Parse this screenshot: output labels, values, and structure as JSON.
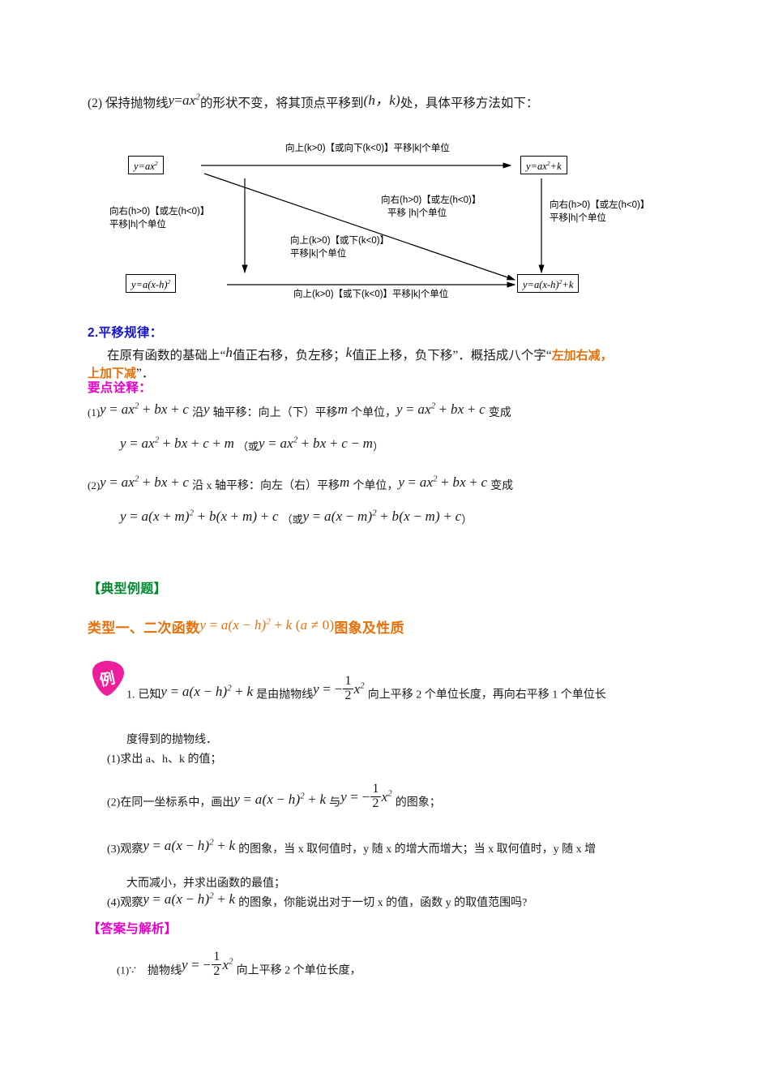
{
  "document": {
    "intro": {
      "marker": "(2)",
      "text_before": "保持抛物线",
      "formula1": "y = ax²",
      "text_mid": "的形状不变，将其顶点平移到",
      "formula2": "(h，k)",
      "text_after": "处，具体平移方法如下："
    },
    "diagram": {
      "boxes": {
        "top_left": "y=ax²",
        "top_right": "y=ax²+k",
        "bottom_left": "y=a(x-h)²",
        "bottom_right": "y=a(x-h)²+k"
      },
      "labels": {
        "top": "向上(k>0)【或向下(k<0)】平移|k|个单位",
        "left_line1": "向右(h>0)【或左(h<0)】",
        "left_line2": "平移|h|个单位",
        "diag_line1": "向右(h>0)【或左(h<0)】",
        "diag_line2": "平移 |h|个单位",
        "middle_line1": "向上(k>0)【或下(k<0)】",
        "middle_line2": "平移|k|个单位",
        "right_line1": "向右(h>0)【或左(h<0)】",
        "right_line2": "平移|h|个单位",
        "bottom": "向上(k>0)【或下(k<0)】平移|k|个单位"
      }
    },
    "section2": {
      "heading": "2.平移规律：",
      "body_part1": "在原有函数的基础上“",
      "body_h": "h",
      "body_part2": "值正右移，负左移；",
      "body_k": "k",
      "body_part3": "值正上移，负下移”．概括成八个字“",
      "highlight1": "左加右减，",
      "highlight2": "上加下减",
      "body_part4": "”．"
    },
    "key_points": {
      "heading": "要点诠释：",
      "item1": {
        "marker": "(1)",
        "formula_a": "y = ax² + bx + c",
        "text1": "沿",
        "var_y": "y",
        "text2": "轴平移：向上（下）平移",
        "var_m": "m",
        "text3": "个单位，",
        "formula_b": "y = ax² + bx + c",
        "text4": "变成",
        "result": "y = ax² + bx + c + m",
        "alt_prefix": "（或",
        "alt": "y = ax² + bx + c − m",
        "alt_suffix": "）"
      },
      "item2": {
        "marker": "(2)",
        "formula_a": "y = ax² + bx + c",
        "text1": "沿 x 轴平移：向左（右）平移",
        "var_m": "m",
        "text3": "个单位，",
        "formula_b": "y = ax² + bx + c",
        "text4": "变成",
        "result": "y = a(x + m)² + b(x + m) + c",
        "alt_prefix": "（或",
        "alt": "y = a(x − m)² + b(x − m) + c",
        "alt_suffix": "）"
      }
    },
    "examples_header": "【典型例题】",
    "type_heading": {
      "prefix": "类型一、二次函数",
      "formula": "y = a(x − h)² + k (a ≠ 0)",
      "suffix": "图象及性质"
    },
    "example": {
      "badge": "例",
      "number": "1.",
      "stem_text1": "已知",
      "stem_formula1": "y = a(x − h)² + k",
      "stem_text2": "是由抛物线",
      "stem_formula2": "y = −(1/2)x²",
      "stem_text3": "向上平移 2 个单位长度，再向右平移 1 个单位长",
      "stem_text4": "度得到的抛物线．",
      "q1": "(1)求出 a、h、k 的值；",
      "q2_part1": "(2)在同一坐标系中，画出",
      "q2_formula1": "y = a(x − h)² + k",
      "q2_mid": "与",
      "q2_formula2": "y = −(1/2)x²",
      "q2_part2": "的图象；",
      "q3_part1": "(3)观察",
      "q3_formula": "y = a(x − h)² + k",
      "q3_part2": "的图象，当 x 取何值时，y 随 x 的增大而增大；当 x 取何值时，y 随 x 增",
      "q3_part3": "大而减小，并求出函数的最值；",
      "q4_part1": "(4)观察",
      "q4_formula": "y = a(x − h)² + k",
      "q4_part2": "的图象，你能说出对于一切 x 的值，函数 y 的取值范围吗?"
    },
    "answer_header": "【答案与解析】",
    "answer": {
      "marker": "(1)",
      "because": "∵",
      "text1": "抛物线",
      "formula": "y = −(1/2)x²",
      "text2": "向上平移 2 个单位长度，"
    }
  },
  "colors": {
    "blue_heading": "#1414cf",
    "magenta_heading": "#e800c8",
    "green_heading": "#008a2e",
    "orange_heading": "#e8700a",
    "badge_pink": "#ee1d9b",
    "body_text": "#1a1a1a"
  }
}
